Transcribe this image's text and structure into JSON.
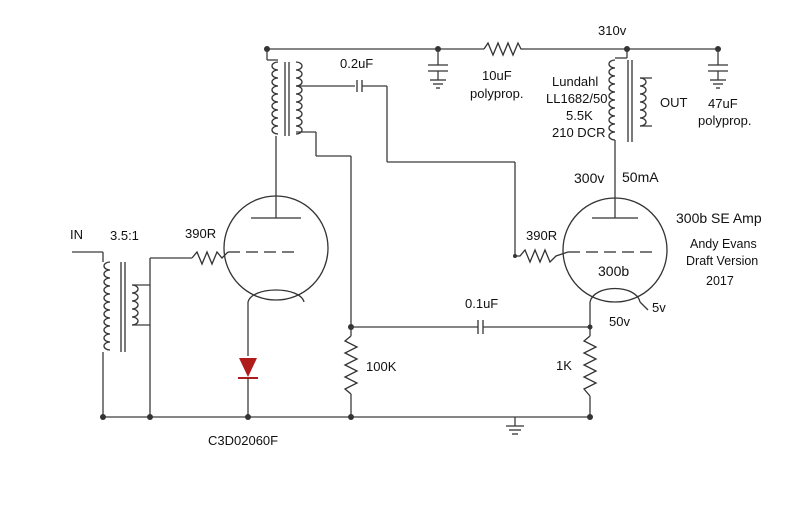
{
  "labels": {
    "supply": "310v",
    "cap_02": "0.2uF",
    "cap_10uf_1": "10uF",
    "cap_10uf_2": "polyprop.",
    "opt_1": "Lundahl",
    "opt_2": "LL1682/50",
    "opt_3": "5.5K",
    "opt_4": "210 DCR",
    "out": "OUT",
    "cap_47uf_1": "47uF",
    "cap_47uf_2": "polyprop.",
    "plate_v": "300v",
    "plate_i": "50mA",
    "title_1": "300b SE Amp",
    "title_2": "Andy Evans",
    "title_3": "Draft Version",
    "title_4": "2017",
    "in": "IN",
    "ratio": "3.5:1",
    "grid_r1": "390R",
    "grid_r2": "390R",
    "tube_name": "300b",
    "cap_01": "0.1uF",
    "fil_v": "5v",
    "bias_v": "50v",
    "r_100k": "100K",
    "r_1k": "1K",
    "diode": "C3D02060F"
  },
  "colors": {
    "wire": "#3c3c3c",
    "diode": "#b01c1c"
  }
}
